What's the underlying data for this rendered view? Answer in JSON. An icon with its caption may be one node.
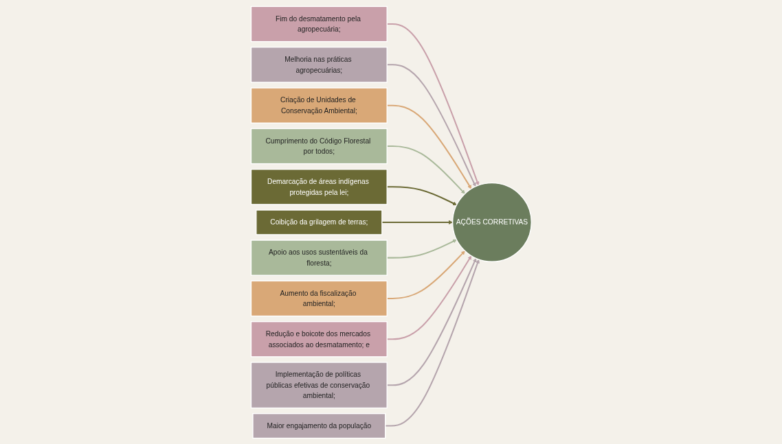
{
  "diagram": {
    "nodes": [
      {
        "text": [
          "Fim do desmatamento pela agropecuária;"
        ]
      },
      {
        "text": [
          "Melhoria nas práticas agropecuárias;"
        ]
      },
      {
        "text": [
          "Criação de Unidades de Conservação Ambiental;"
        ]
      },
      {
        "text": [
          "Cumprimento do Código Florestal por todos;"
        ]
      },
      {
        "text": [
          "Demarcação de áreas indígenas protegidas pela lei;"
        ]
      },
      {
        "text": [
          "Coibição da grilagem de terras;"
        ]
      },
      {
        "text": [
          "AÇÕES CORRETIVAS"
        ]
      },
      {
        "text": [
          "Apoio aos usos sustentáveis da floresta;"
        ]
      },
      {
        "text": [
          "Aumento da fiscalização ambiental;"
        ]
      },
      {
        "text": [
          "Redução e boicote dos mercados associados ao desmatamento; e"
        ]
      },
      {
        "text": [
          "Implementação de políticas públicas efetivas de conservação ambiental;"
        ]
      },
      {
        "text": [
          "Maior engajamento da população"
        ]
      }
    ],
    "edges": [
      {
        "from": 0,
        "to": 6,
        "arrow": "to",
        "color": "#c9a0aa"
      },
      {
        "from": 1,
        "to": 6,
        "arrow": "to",
        "color": "#b5a5ad"
      },
      {
        "from": 2,
        "to": 6,
        "arrow": "to",
        "color": "#d9a877"
      },
      {
        "from": 3,
        "to": 6,
        "arrow": "to",
        "color": "#a9b99a"
      },
      {
        "from": 4,
        "to": 6,
        "arrow": "to",
        "color": "#6b6a35"
      },
      {
        "from": 5,
        "to": 6,
        "arrow": "to",
        "color": "#6b6a35"
      },
      {
        "from": 7,
        "to": 6,
        "arrow": "to",
        "color": "#a9b99a"
      },
      {
        "from": 8,
        "to": 6,
        "arrow": "to",
        "color": "#d9a877"
      },
      {
        "from": 9,
        "to": 6,
        "arrow": "to",
        "color": "#c9a0aa"
      },
      {
        "from": 10,
        "to": 6,
        "arrow": "to",
        "color": "#b5a5ad"
      },
      {
        "from": 11,
        "to": 6,
        "arrow": "to",
        "color": "#b5a5ad"
      }
    ]
  }
}
